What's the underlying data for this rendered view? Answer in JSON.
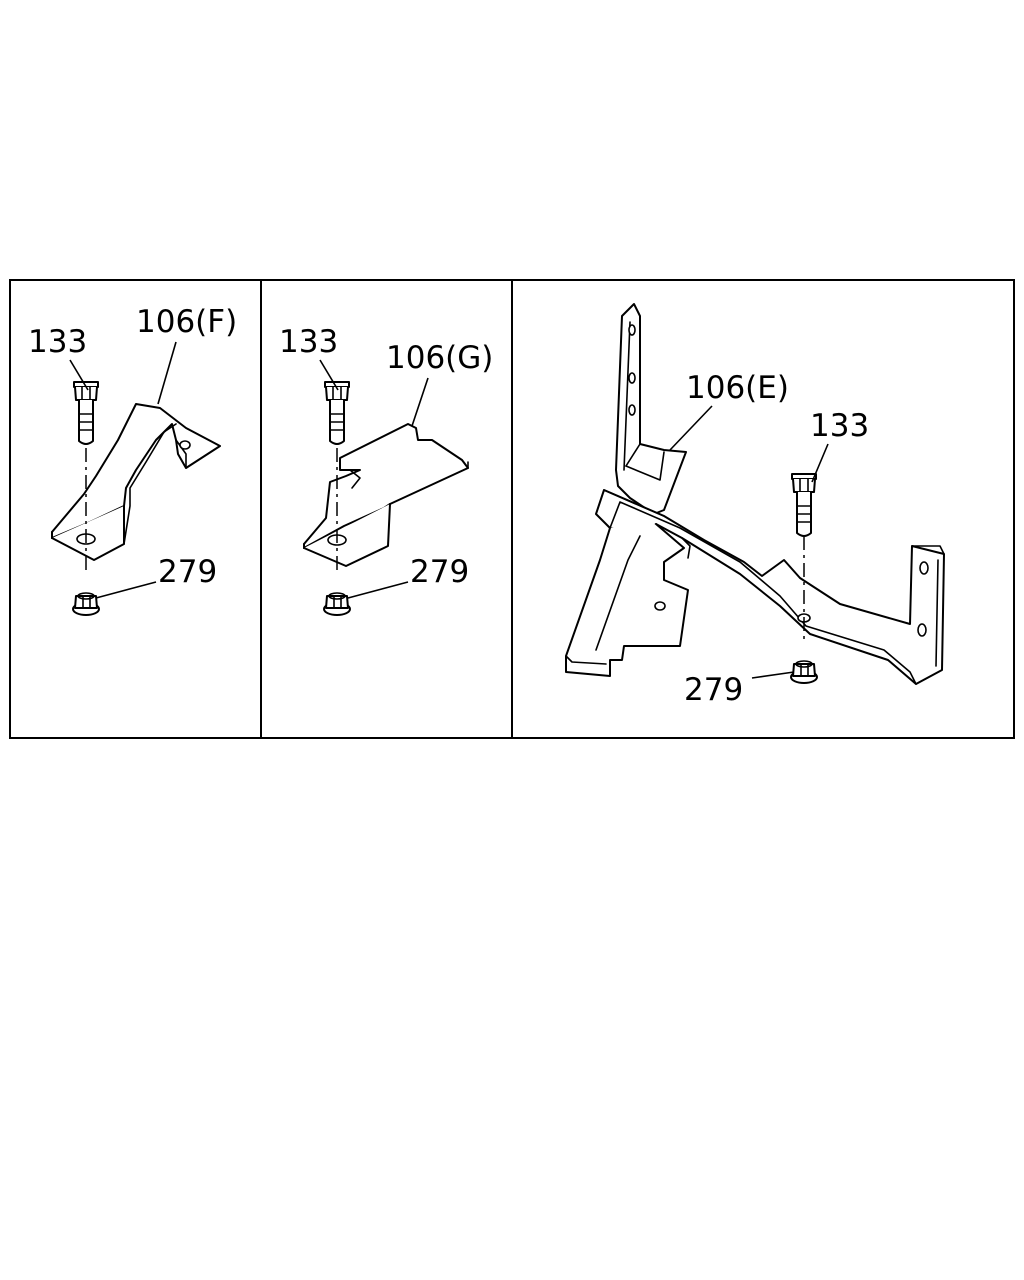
{
  "panels": [
    {
      "id": "left",
      "labels": {
        "bracket": "106(F)",
        "bolt": "133",
        "nut": "279"
      }
    },
    {
      "id": "middle",
      "labels": {
        "bracket": "106(G)",
        "bolt": "133",
        "nut": "279"
      }
    },
    {
      "id": "right",
      "labels": {
        "bracket": "106(E)",
        "bolt": "133",
        "nut": "279"
      }
    }
  ]
}
